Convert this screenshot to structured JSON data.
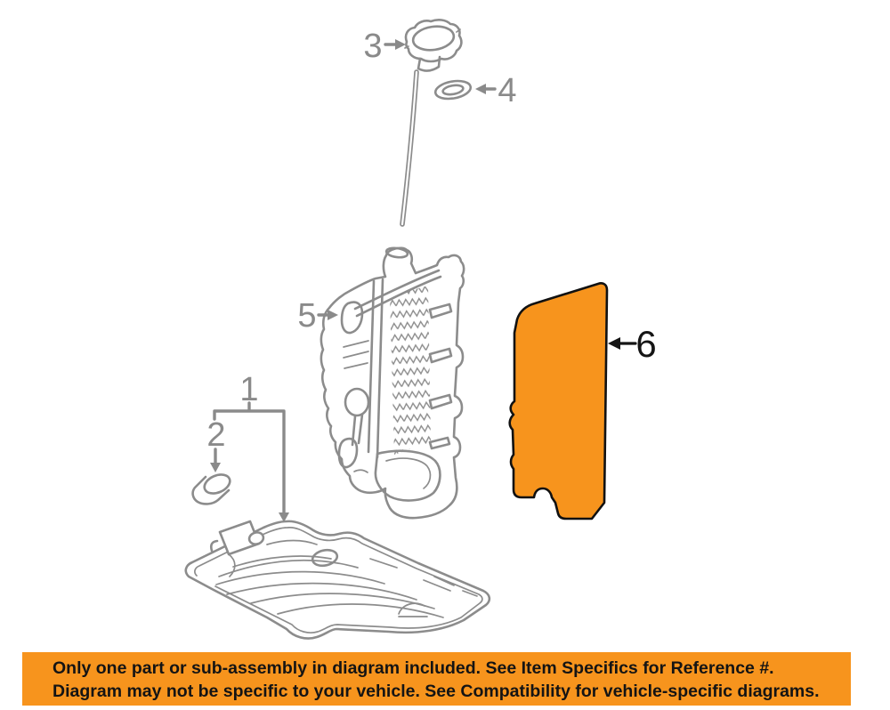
{
  "diagram": {
    "type": "exploded-parts-diagram",
    "callouts": [
      {
        "label": "1"
      },
      {
        "label": "2"
      },
      {
        "label": "3"
      },
      {
        "label": "4"
      },
      {
        "label": "5"
      },
      {
        "label": "6"
      }
    ],
    "highlighted_callout": "6"
  },
  "colors": {
    "line_art": "#8c8c8c",
    "callout_gray": "#8a8a8a",
    "callout_black": "#151515",
    "highlight_fill": "#f7941d",
    "highlight_outline": "#111111",
    "banner_bg": "#f7941d",
    "banner_text": "#141414"
  },
  "banner": {
    "line1": "Only one part or sub-assembly in diagram included. See Item Specifics for Reference #.",
    "line2": "Diagram may not be specific to your vehicle. See Compatibility for vehicle-specific diagrams."
  }
}
